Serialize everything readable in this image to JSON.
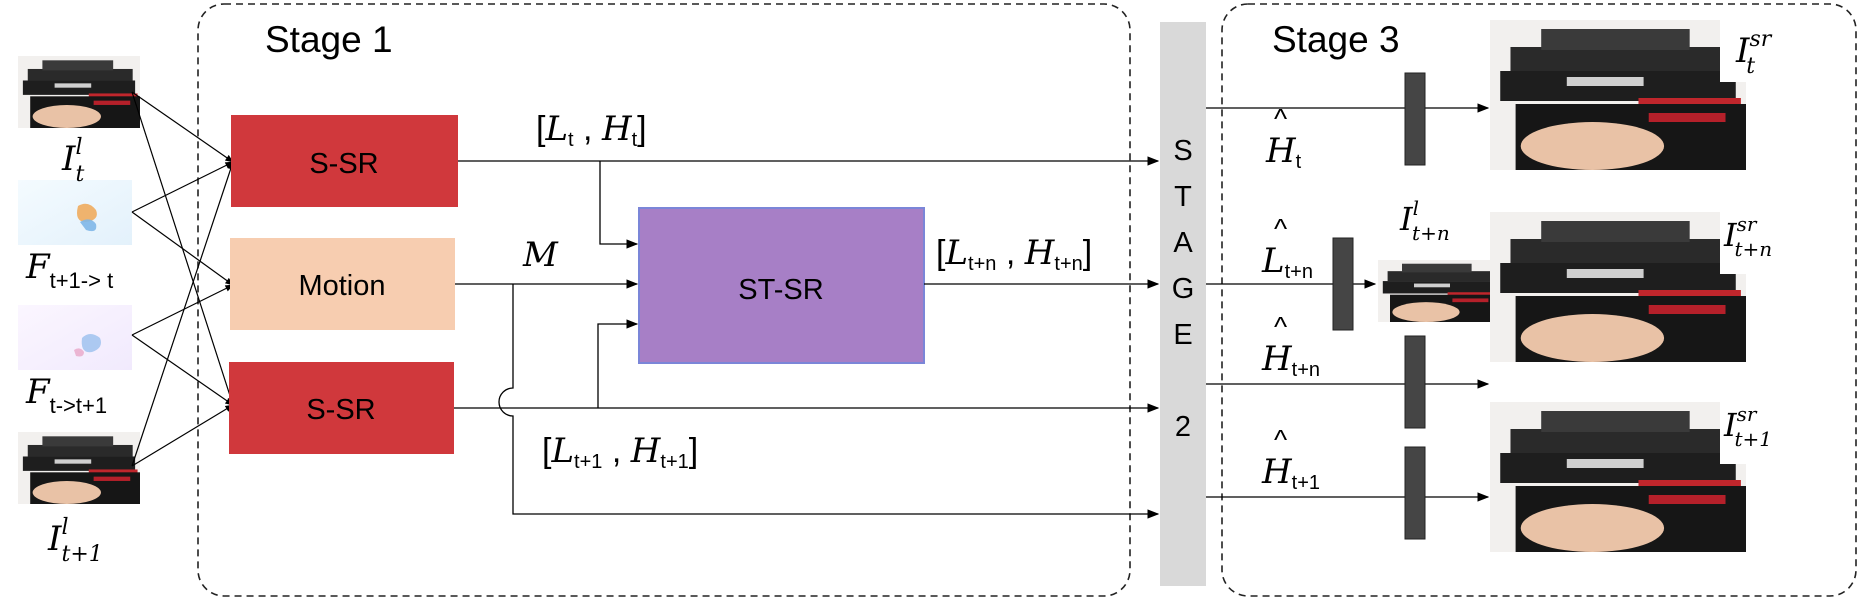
{
  "stage1": {
    "title": "Stage 1"
  },
  "stage2": {
    "letters": [
      "S",
      "T",
      "A",
      "G",
      "E"
    ],
    "number": "2"
  },
  "stage3": {
    "title": "Stage 3"
  },
  "blocks": {
    "ssr_top": "S-SR",
    "motion": "Motion",
    "ssr_bottom": "S-SR",
    "stsr": "ST-SR"
  },
  "inputs": {
    "i_t": {
      "base": "I",
      "sup": "l",
      "sub": "t"
    },
    "f_forward": {
      "base": "F",
      "sub": "t+1-> t"
    },
    "f_backward": {
      "base": "F",
      "sub": "t->t+1"
    },
    "i_t1": {
      "base": "I",
      "sup": "l",
      "sub": "t+1"
    }
  },
  "edge_labels": {
    "lh_t": {
      "open": "[",
      "l": "L",
      "l_sub": "t",
      "sep": " , ",
      "h": "H",
      "h_sub": "t",
      "close": "]"
    },
    "m": "M",
    "lh_tn": {
      "open": "[",
      "l": "L",
      "l_sub": "t+n",
      "sep": " , ",
      "h": "H",
      "h_sub": "t+n",
      "close": "]"
    },
    "lh_t1": {
      "open": "[",
      "l": "L",
      "l_sub": "t+1",
      "sep": " , ",
      "h": "H",
      "h_sub": "t+1",
      "close": "]"
    }
  },
  "stage3_labels": {
    "h_t": {
      "base": "H",
      "sub": "t",
      "hat": "^"
    },
    "l_tn": {
      "base": "L",
      "sub": "t+n",
      "hat": "^"
    },
    "h_tn": {
      "base": "H",
      "sub": "t+n",
      "hat": "^"
    },
    "h_t1": {
      "base": "H",
      "sub": "t+1",
      "hat": "^"
    },
    "i_l_tn": {
      "base": "I",
      "sup": "l",
      "sub": "t+n"
    }
  },
  "outputs": {
    "sr_t": {
      "base": "I",
      "sup": "sr",
      "sub": "t"
    },
    "sr_tn": {
      "base": "I",
      "sup": "sr",
      "sub": "t+n"
    },
    "sr_t1": {
      "base": "I",
      "sup": "sr",
      "sub": "t+1"
    }
  },
  "colors": {
    "ssr": "#d0383c",
    "motion": "#f7cdb0",
    "stsr": "#a77fc6",
    "stsr_border": "#7b86d8",
    "stage2_bar": "#d9d9d9",
    "small_block": "#454545"
  }
}
